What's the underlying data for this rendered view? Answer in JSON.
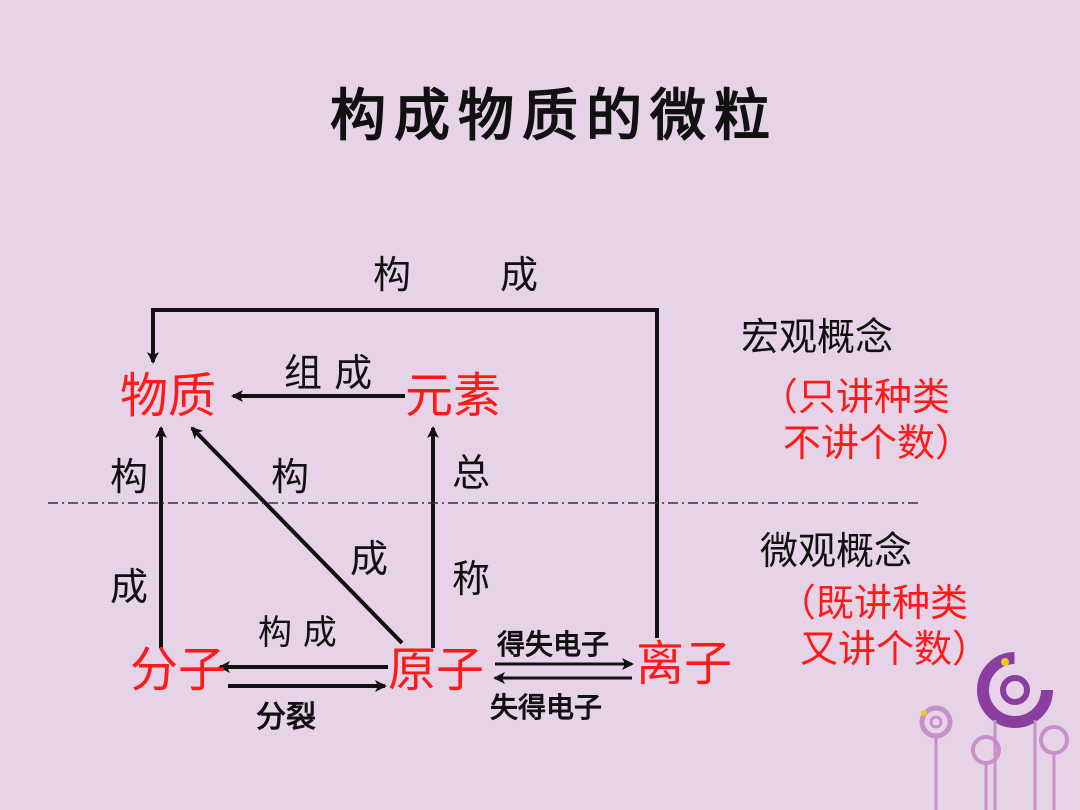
{
  "title": "构成物质的微粒",
  "nodes": {
    "matter": "物质",
    "element": "元素",
    "molecule": "分子",
    "atom": "原子",
    "ion": "离子"
  },
  "labels": {
    "top_compose_1": "构",
    "top_compose_2": "成",
    "zucheng": "组 成",
    "left_gou": "构",
    "left_cheng": "成",
    "diag_gou": "构",
    "diag_cheng": "成",
    "zong": "总",
    "cheng_name": "称",
    "atom_mol_compose": "构 成",
    "split": "分裂",
    "gain_lose": "得失电子",
    "lose_gain": "失得电子"
  },
  "side": {
    "macro": "宏观概念",
    "macro_note_1": "（只讲种类",
    "macro_note_2": "不讲个数）",
    "micro": "微观概念",
    "micro_note_1": "（既讲种类",
    "micro_note_2": "又讲个数）"
  },
  "colors": {
    "background": "#e6d3e7",
    "node_text": "#ff1a1a",
    "text": "#111111",
    "decor_purple": "#8a3fa0",
    "decor_pink": "#c890c8",
    "decor_yellow": "#f4c81a"
  }
}
